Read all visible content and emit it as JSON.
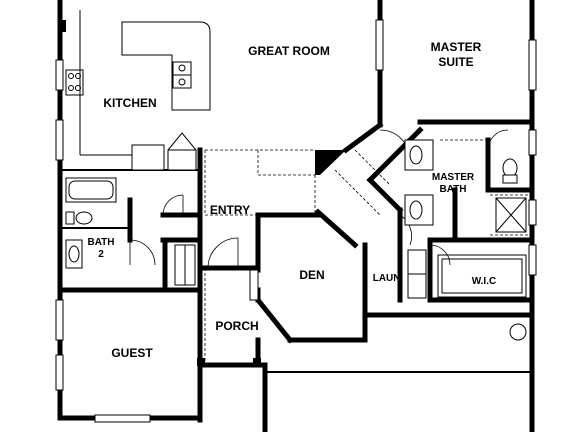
{
  "rooms": {
    "great_room": "GREAT ROOM",
    "master_suite": [
      "MASTER",
      "SUITE"
    ],
    "kitchen": "KITCHEN",
    "master_bath": [
      "MASTER",
      "BATH"
    ],
    "entry": "ENTRY",
    "bath2": [
      "BATH",
      "2"
    ],
    "den": "DEN",
    "laundry": "LAUN.",
    "wic": "W.I.C",
    "porch": "PORCH",
    "guest": "GUEST"
  }
}
